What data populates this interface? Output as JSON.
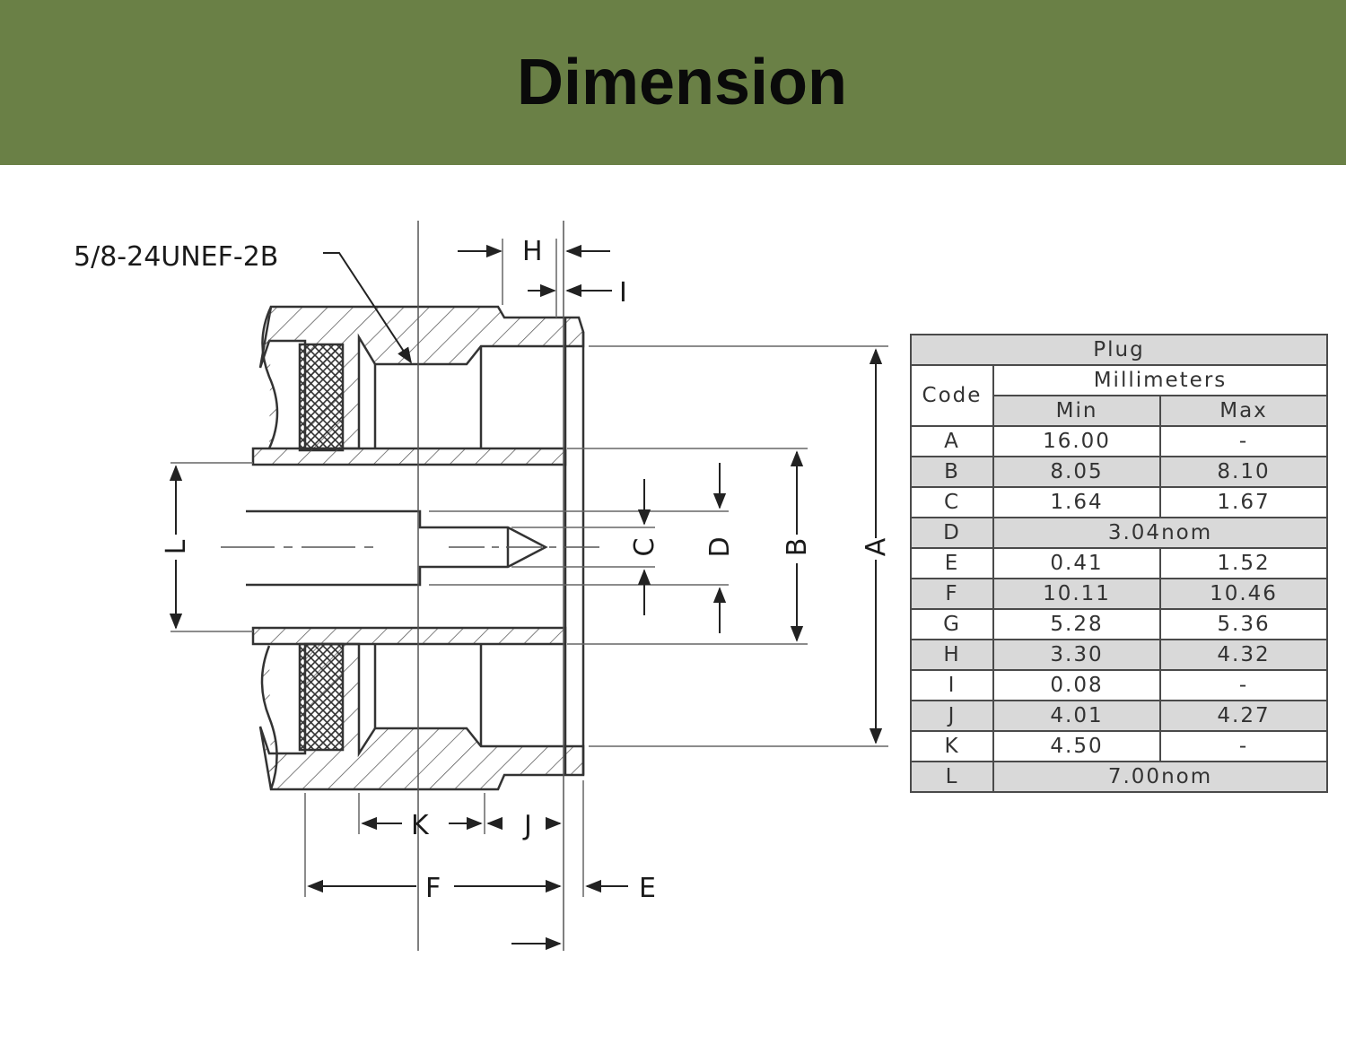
{
  "header": {
    "title": "Dimension",
    "background": "#6a8046"
  },
  "drawing": {
    "thread_label": "5/8-24UNEF-2B",
    "labels": {
      "H": "H",
      "I": "I",
      "L": "L",
      "C": "C",
      "D": "D",
      "B": "B",
      "A": "A",
      "K": "K",
      "J": "J",
      "F": "F",
      "E": "E"
    }
  },
  "table": {
    "title": "Plug",
    "code_header": "Code",
    "unit_header": "Millimeters",
    "min_header": "Min",
    "max_header": "Max",
    "rows": [
      {
        "code": "A",
        "min": "16.00",
        "max": "-"
      },
      {
        "code": "B",
        "min": "8.05",
        "max": "8.10"
      },
      {
        "code": "C",
        "min": "1.64",
        "max": "1.67"
      },
      {
        "code": "D",
        "span": "3.04nom"
      },
      {
        "code": "E",
        "min": "0.41",
        "max": "1.52"
      },
      {
        "code": "F",
        "min": "10.11",
        "max": "10.46"
      },
      {
        "code": "G",
        "min": "5.28",
        "max": "5.36"
      },
      {
        "code": "H",
        "min": "3.30",
        "max": "4.32"
      },
      {
        "code": "I",
        "min": "0.08",
        "max": "-"
      },
      {
        "code": "J",
        "min": "4.01",
        "max": "4.27"
      },
      {
        "code": "K",
        "min": "4.50",
        "max": "-"
      },
      {
        "code": "L",
        "span": "7.00nom"
      }
    ]
  }
}
